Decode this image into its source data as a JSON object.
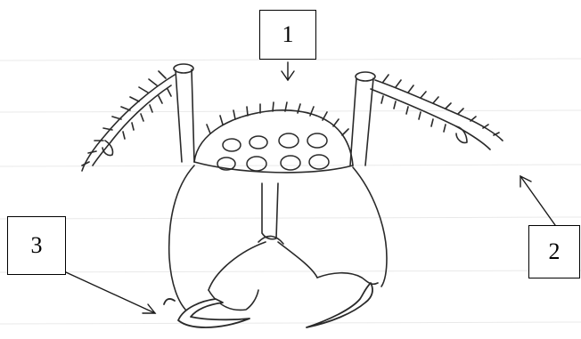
{
  "diagram": {
    "labels": [
      {
        "id": "1",
        "text": "1"
      },
      {
        "id": "2",
        "text": "2"
      },
      {
        "id": "3",
        "text": "3"
      }
    ],
    "colors": {
      "ink": "#1a1a1a",
      "pencil": "#3a3a3a",
      "guide_lines": "#e6e6e6",
      "background": "#ffffff"
    }
  }
}
